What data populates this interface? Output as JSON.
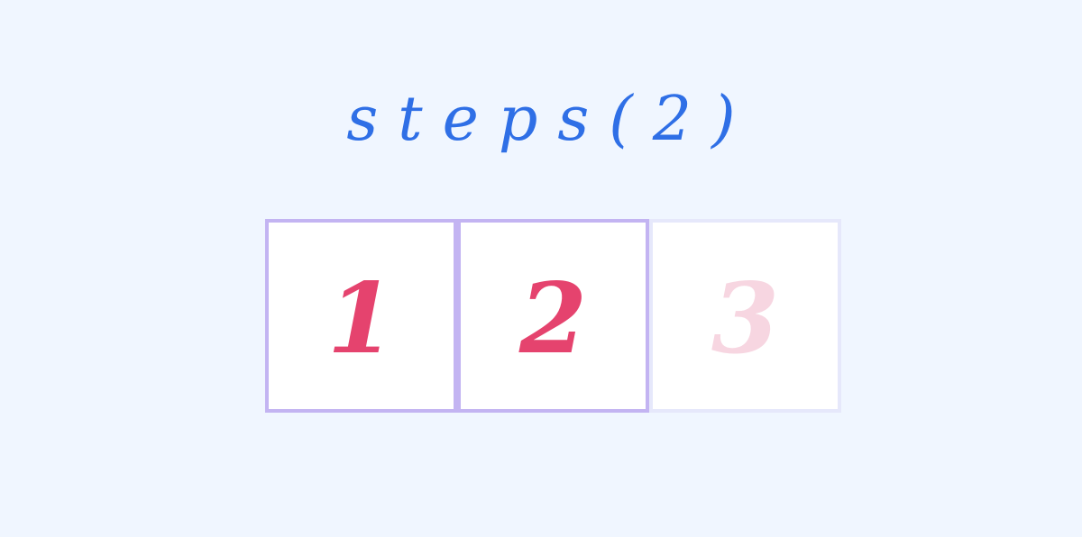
{
  "title": "steps(2)",
  "colors": {
    "background": "#f0f6ff",
    "title": "#2f6fe6",
    "active_border": "#c3b4f2",
    "active_digit": "#e5436e",
    "inactive_border": "#e6e8fb",
    "inactive_digit": "#f7d6e1",
    "cell_fill": "#ffffff"
  },
  "steps": [
    {
      "label": "1",
      "active": true
    },
    {
      "label": "2",
      "active": true
    },
    {
      "label": "3",
      "active": false
    }
  ]
}
